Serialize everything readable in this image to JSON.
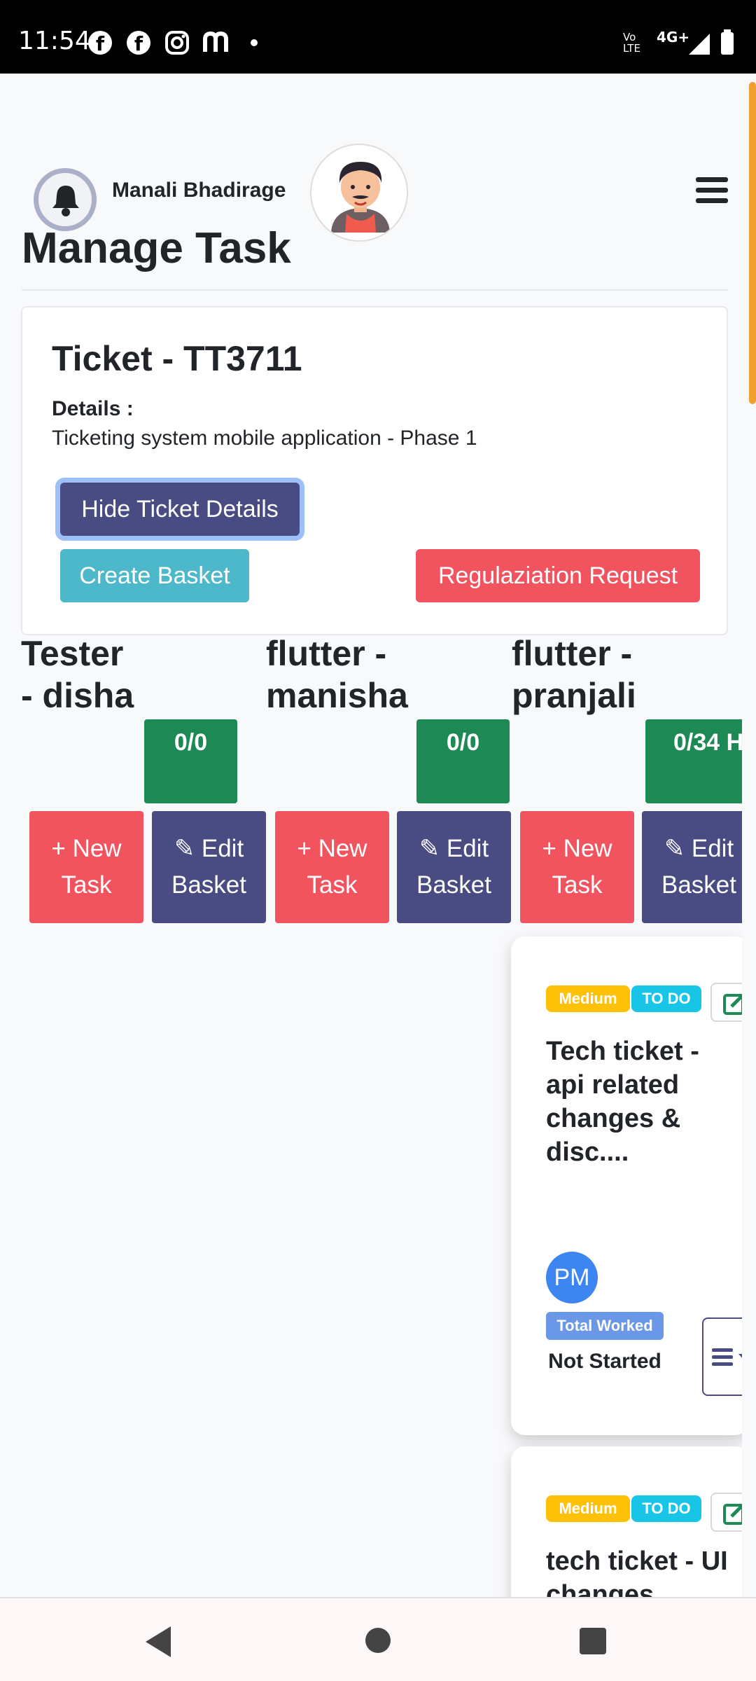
{
  "status_bar": {
    "time": "11:54",
    "network": "4G+",
    "volte": "Vo LTE",
    "app_icons": [
      "facebook-icon",
      "facebook-icon",
      "instagram-icon",
      "m-icon"
    ]
  },
  "header": {
    "user_name": "Manali Bhadirage",
    "page_title": "Manage Task"
  },
  "ticket": {
    "title": "Ticket - TT3711",
    "details_label": "Details :",
    "details_text": "Ticketing system mobile application - Phase 1",
    "hide_button": "Hide Ticket Details",
    "create_basket_button": "Create Basket",
    "regularization_button": "Regulaziation Request"
  },
  "baskets": [
    {
      "name_line1": "Tester",
      "name_line2": "- disha",
      "count": "0/0",
      "new_task": "New Task",
      "edit_basket": "Edit Basket"
    },
    {
      "name_line1": "flutter -",
      "name_line2": "manisha",
      "count": "0/0",
      "new_task": "New Task",
      "edit_basket": "Edit Basket"
    },
    {
      "name_line1": "flutter -",
      "name_line2": "pranjali",
      "count": "0/34 H",
      "new_task": "New Task",
      "edit_basket": "Edit Basket"
    }
  ],
  "tasks": [
    {
      "priority": "Medium",
      "status_badge": "TO DO",
      "title": "Tech ticket - api related changes & disc....",
      "assignee_initials": "PM",
      "total_worked_label": "Total Worked",
      "work_status": "Not Started"
    },
    {
      "priority": "Medium",
      "status_badge": "TO DO",
      "title": "tech ticket - UI changes (dashboard, cre...."
    }
  ],
  "colors": {
    "primary": "#484c82",
    "danger": "#f1545f",
    "info": "#4cb8c9",
    "success": "#1d8a55",
    "warning": "#ffc107",
    "todo": "#18c5e6"
  }
}
